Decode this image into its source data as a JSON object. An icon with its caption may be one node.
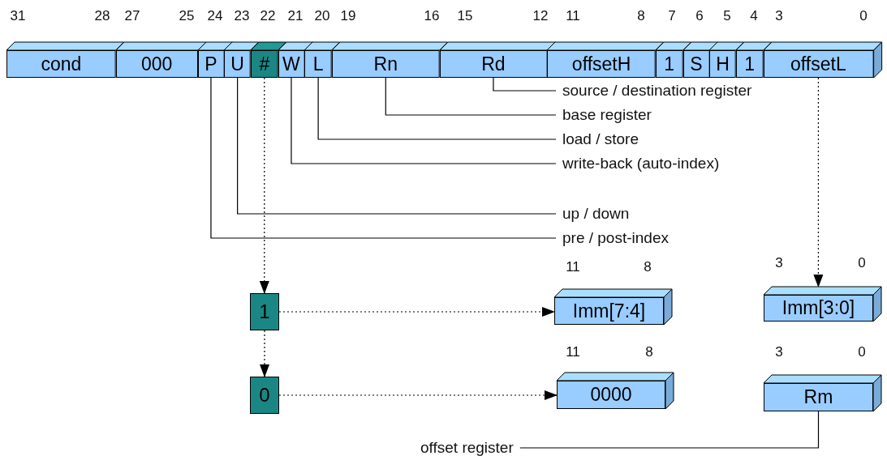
{
  "diagram": {
    "nodes": [
      {
        "text": [
          "cond"
        ]
      },
      {
        "text": [
          "000"
        ]
      },
      {
        "text": [
          "P"
        ]
      },
      {
        "text": [
          "U"
        ]
      },
      {
        "text": [
          "#"
        ]
      },
      {
        "text": [
          "W"
        ]
      },
      {
        "text": [
          "L"
        ]
      },
      {
        "text": [
          "Rn"
        ]
      },
      {
        "text": [
          "Rd"
        ]
      },
      {
        "text": [
          "offsetH"
        ]
      },
      {
        "text": [
          "1"
        ]
      },
      {
        "text": [
          "S"
        ]
      },
      {
        "text": [
          "H"
        ]
      },
      {
        "text": [
          "1"
        ]
      },
      {
        "text": [
          "offsetL"
        ]
      },
      {
        "text": [
          "source / destination register"
        ]
      },
      {
        "text": [
          "base register"
        ]
      },
      {
        "text": [
          "load / store"
        ]
      },
      {
        "text": [
          "write-back (auto-index)"
        ]
      },
      {
        "text": [
          "up / down"
        ]
      },
      {
        "text": [
          "pre / post-index"
        ]
      },
      {
        "text": [
          "1"
        ]
      },
      {
        "text": [
          "0"
        ]
      },
      {
        "text": [
          "Imm[7:4]"
        ]
      },
      {
        "text": [
          "Imm[3:0]"
        ]
      },
      {
        "text": [
          "0000"
        ]
      },
      {
        "text": [
          "Rm"
        ]
      },
      {
        "text": [
          "offset register"
        ]
      }
    ],
    "edges": [
      {
        "from": 15,
        "to": 8,
        "arrow": "none"
      },
      {
        "from": 16,
        "to": 7,
        "arrow": "none"
      },
      {
        "from": 17,
        "to": 6,
        "arrow": "none"
      },
      {
        "from": 18,
        "to": 5,
        "arrow": "none"
      },
      {
        "from": 19,
        "to": 3,
        "arrow": "none"
      },
      {
        "from": 20,
        "to": 2,
        "arrow": "none"
      },
      {
        "from": 4,
        "to": 21,
        "arrow": "to",
        "style": "dashed"
      },
      {
        "from": 21,
        "to": 22,
        "arrow": "to",
        "style": "dashed"
      },
      {
        "from": 21,
        "to": 23,
        "arrow": "to",
        "style": "dashed"
      },
      {
        "from": 22,
        "to": 25,
        "arrow": "to",
        "style": "dashed"
      },
      {
        "from": 14,
        "to": 24,
        "arrow": "to",
        "style": "dashed"
      },
      {
        "from": 27,
        "to": 26,
        "arrow": "none"
      }
    ],
    "labels": [
      "31",
      "28",
      "27",
      "25",
      "24",
      "23",
      "22",
      "21",
      "20",
      "19",
      "16",
      "15",
      "12",
      "11",
      "8",
      "7",
      "6",
      "5",
      "4",
      "3",
      "0",
      "11",
      "8",
      "3",
      "0",
      "11",
      "8",
      "3",
      "0"
    ]
  }
}
